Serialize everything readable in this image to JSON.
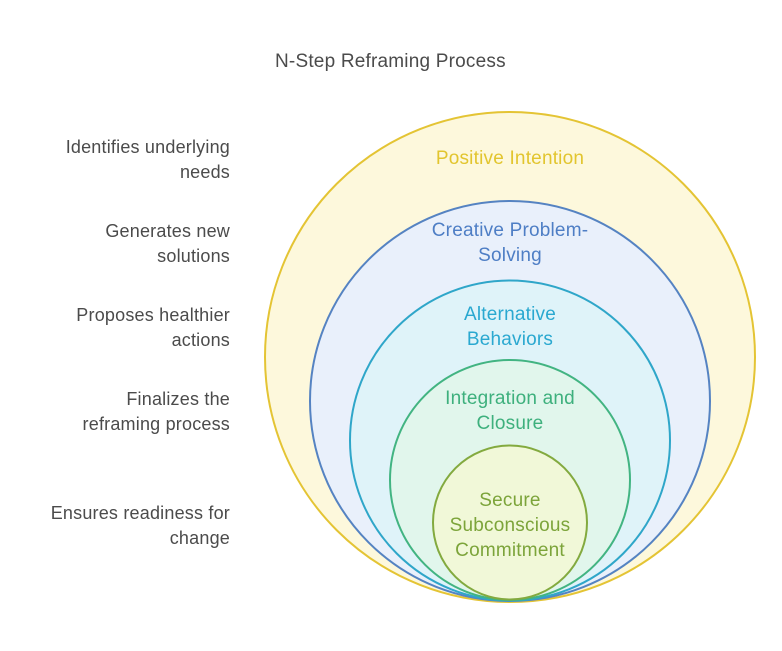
{
  "title": "N-Step Reframing Process",
  "colors": {
    "text": "#4b4b4b",
    "background": "#ffffff"
  },
  "left_labels": [
    {
      "text": "Identifies underlying needs",
      "lines": [
        "Identifies underlying",
        "needs"
      ]
    },
    {
      "text": "Generates new solutions",
      "lines": [
        "Generates new",
        "solutions"
      ]
    },
    {
      "text": "Proposes healthier actions",
      "lines": [
        "Proposes healthier",
        "actions"
      ]
    },
    {
      "text": "Finalizes the reframing process",
      "lines": [
        "Finalizes the",
        "reframing process"
      ]
    },
    {
      "text": "Ensures readiness for change",
      "lines": [
        "Ensures readiness for",
        "change"
      ]
    }
  ],
  "rings": [
    {
      "label": "Positive Intention",
      "lines": [
        "Positive Intention"
      ],
      "stroke": "#e4c434",
      "fill": "#fdf8dc",
      "text_color": "#e2c52e"
    },
    {
      "label": "Creative Problem-Solving",
      "lines": [
        "Creative Problem-",
        "Solving"
      ],
      "stroke": "#5583c2",
      "fill": "#e9f0fb",
      "text_color": "#4e7ec5"
    },
    {
      "label": "Alternative Behaviors",
      "lines": [
        "Alternative",
        "Behaviors"
      ],
      "stroke": "#2fa6c9",
      "fill": "#dff3f9",
      "text_color": "#2aa8d0"
    },
    {
      "label": "Integration and Closure",
      "lines": [
        "Integration and",
        "Closure"
      ],
      "stroke": "#42b482",
      "fill": "#e1f6ec",
      "text_color": "#3eb07d"
    },
    {
      "label": "Secure Subconscious Commitment",
      "lines": [
        "Secure",
        "Subconscious",
        "Commitment"
      ],
      "stroke": "#83aa3f",
      "fill": "#f1f8d8",
      "text_color": "#7ca43a"
    }
  ]
}
